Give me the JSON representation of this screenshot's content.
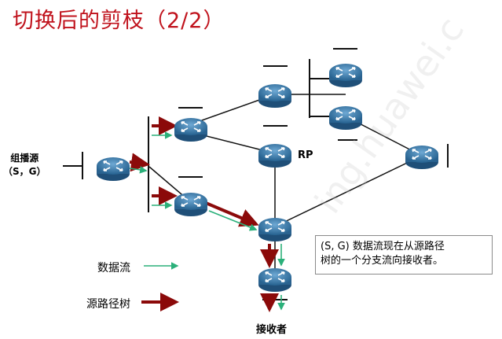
{
  "title": "切换后的剪枝（2/2）",
  "source": {
    "line1": "组播源",
    "line2": "（S，G）"
  },
  "rp_label": "RP",
  "receiver_label": "接收者",
  "note": {
    "line1": "(S, G) 数据流现在从源路径",
    "line2": "树的一个分支流向接收者。"
  },
  "legend": {
    "data_flow": "数据流",
    "spt": "源路径树"
  },
  "watermark": "ing.huawei.c",
  "colors": {
    "title": "#c0121c",
    "spt": "#8b0a0a",
    "data_flow": "#2bb07a",
    "router": "#2f6e9c"
  },
  "icons": {
    "router": "router-icon"
  }
}
